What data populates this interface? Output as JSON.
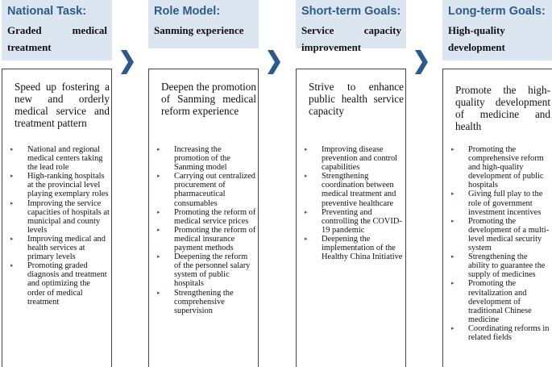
{
  "columns": [
    {
      "title": "National Task:",
      "subtitle": "Graded medical treatment",
      "lead": "Speed up fostering a new and orderly medical service and treatment pattern",
      "items": [
        "National and regional medical centers taking the lead role",
        "High-ranking hospitals at the provincial level playing exemplary roles",
        "Improving the service capacities of hospitals at municipal and county levels",
        "Improving medical and health services at primary levels",
        "Promoting graded diagnosis and treatment and optimizing the order of medical treatment"
      ]
    },
    {
      "title": "Role Model:",
      "subtitle": "Sanming experience",
      "lead": "Deepen the promotion of Sanming medical reform experience",
      "items": [
        "Increasing the promotion of the Sanming model",
        "Carrying out centralized procurement of pharmaceutical consumables",
        "Promoting the reform of medical service prices",
        "Promoting the reform of medical insurance payment methods",
        "Deepening the reform of the personnel salary system of public hospitals",
        "Strengthening the comprehensive supervision"
      ]
    },
    {
      "title": "Short-term Goals:",
      "subtitle": "Service capacity improvement",
      "lead": "Strive to enhance public health service capacity",
      "items": [
        "Improving disease prevention and control capabilities",
        "Strengthening coordination between medical treatment and preventive healthcare",
        "Preventing and controlling the COVID-19 pandemic",
        "Deepening the implementation of the Healthy China Initiative"
      ]
    },
    {
      "title": "Long-term Goals:",
      "subtitle": "High-quality development",
      "lead": "Promote the high-quality development of medicine and health",
      "items": [
        "Promoting the comprehensive reform and high-quality development of public hospitals",
        "Giving full play to the role of government investment incentives",
        "Promoting the development of a multi-level medical security system",
        "Strengthening the ability to guarantee the supply of medicines",
        "Promoting the revitalization and development of traditional Chinese medicine",
        "Coordinating reforms in related fields"
      ]
    }
  ],
  "icons": {
    "arrow": "chevron-right-icon",
    "bullet": "triangle-bullet-icon"
  },
  "colors": {
    "header_bg": "#dce6f1",
    "accent": "#2c5a8c"
  }
}
